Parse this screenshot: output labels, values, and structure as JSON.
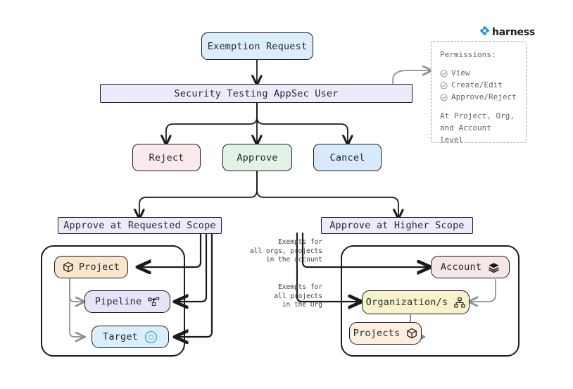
{
  "brand": {
    "name": "harness",
    "logo_color": "#2196e3",
    "logo_icon": "harness-diamond-logo"
  },
  "flow": {
    "start": {
      "label": "Exemption Request",
      "color": "#dceefb"
    },
    "actor": {
      "label": "Security Testing AppSec User",
      "color": "#eeeafc"
    },
    "actions": [
      {
        "id": "reject",
        "label": "Reject",
        "color": "#fbe9ec"
      },
      {
        "id": "approve",
        "label": "Approve",
        "color": "#e1f3e4"
      },
      {
        "id": "cancel",
        "label": "Cancel",
        "color": "#d7eafb"
      }
    ],
    "scopes": [
      {
        "id": "requested",
        "label": "Approve at Requested Scope",
        "color": "#eeeafc"
      },
      {
        "id": "higher",
        "label": "Approve at Higher Scope",
        "color": "#eeeafc"
      }
    ]
  },
  "permissions": {
    "title": "Permissions:",
    "items": [
      "View",
      "Create/Edit",
      "Approve/Reject"
    ],
    "check_icon": "check-circle-icon",
    "footer_line1": "At Project, Org,",
    "footer_line2": "and Account level"
  },
  "requested_scope_panel": {
    "nodes": [
      {
        "id": "project",
        "label": "Project",
        "icon": "cube-icon",
        "icon_side": "left",
        "color": "#fbe6cd"
      },
      {
        "id": "pipeline",
        "label": "Pipeline",
        "icon": "pipeline-icon",
        "icon_side": "right",
        "color": "#e9e3fa"
      },
      {
        "id": "target",
        "label": "Target",
        "icon": "target-icon",
        "icon_side": "right",
        "color": "#dbeefc"
      }
    ]
  },
  "higher_scope_panel": {
    "nodes": [
      {
        "id": "account",
        "label": "Account",
        "icon": "layers-icon",
        "icon_side": "right",
        "color": "#f6e7e6"
      },
      {
        "id": "organizations",
        "label": "Organization/s",
        "icon": "org-chart-icon",
        "icon_side": "right",
        "color": "#f9f3cc"
      },
      {
        "id": "projects",
        "label": "Projects",
        "icon": "cube-icon",
        "icon_side": "right",
        "color": "#fdeede"
      }
    ],
    "annotations": [
      {
        "id": "account-note",
        "text": "Exempts for\nall orgs, projects\nin the account"
      },
      {
        "id": "org-note",
        "text": "Exempts for\nall projects\nin the Org"
      }
    ]
  }
}
